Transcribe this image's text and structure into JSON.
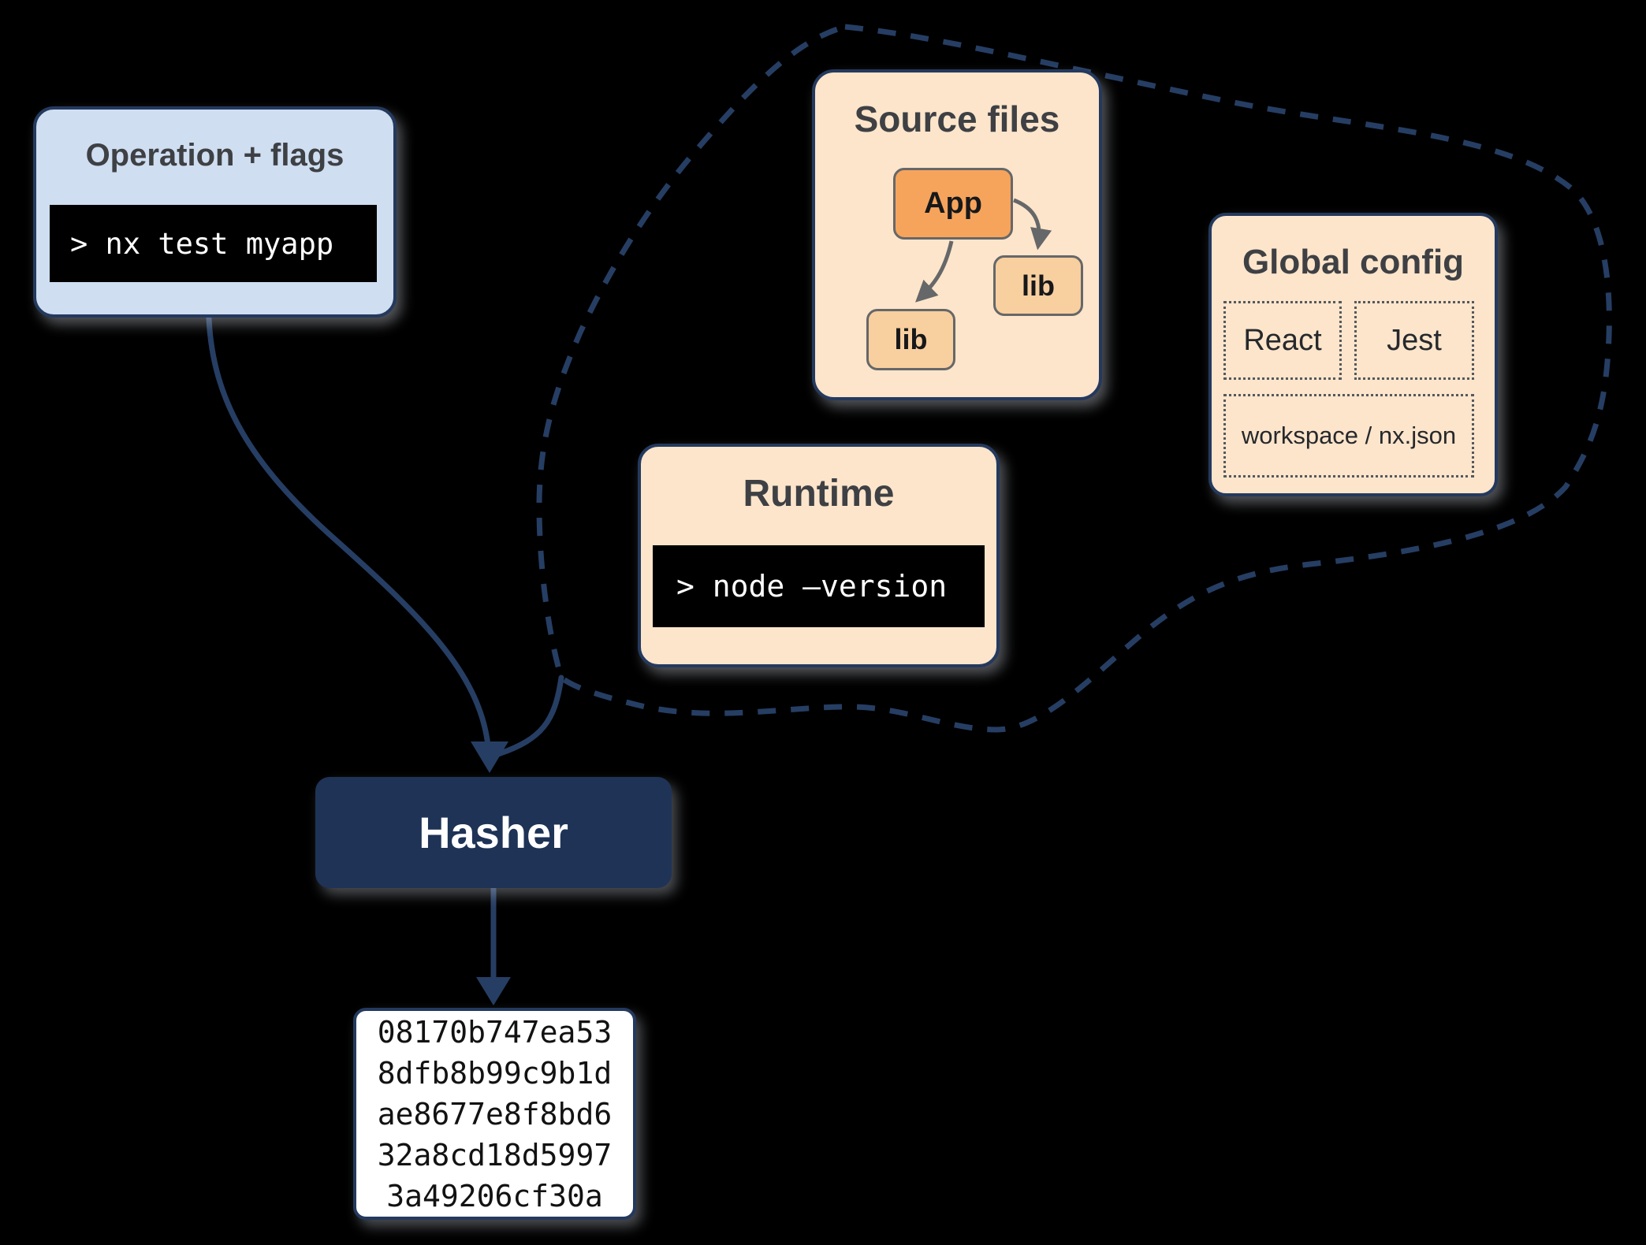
{
  "canvas": {
    "background": "#000000"
  },
  "palette": {
    "navy_stroke": "#263e63",
    "navy_border": "#24395e",
    "hasher_fill": "#1e3356",
    "light_blue": "#cfdef1",
    "peach": "#fce5cb",
    "orange": "#f6a45c",
    "light_orange": "#f8cf9f",
    "terminal_bg": "#000000",
    "terminal_text": "#ffffff",
    "title_text": "#3e4044",
    "node_border": "#666768",
    "hash_box_bg": "#ffffff"
  },
  "operation": {
    "title": "Operation + flags",
    "command": "> nx test myapp"
  },
  "cloud": {
    "source_files": {
      "title": "Source files",
      "app_label": "App",
      "lib_right_label": "lib",
      "lib_left_label": "lib"
    },
    "runtime": {
      "title": "Runtime",
      "command": "> node –version"
    },
    "global_config": {
      "title": "Global config",
      "items": [
        "React",
        "Jest",
        "workspace / nx.json"
      ]
    }
  },
  "hasher": {
    "label": "Hasher"
  },
  "hash_output": {
    "lines": [
      "08170b747ea53",
      "8dfb8b99c9b1d",
      "ae8677e8f8bd6",
      "32a8cd18d5997",
      "3a49206cf30a"
    ]
  }
}
